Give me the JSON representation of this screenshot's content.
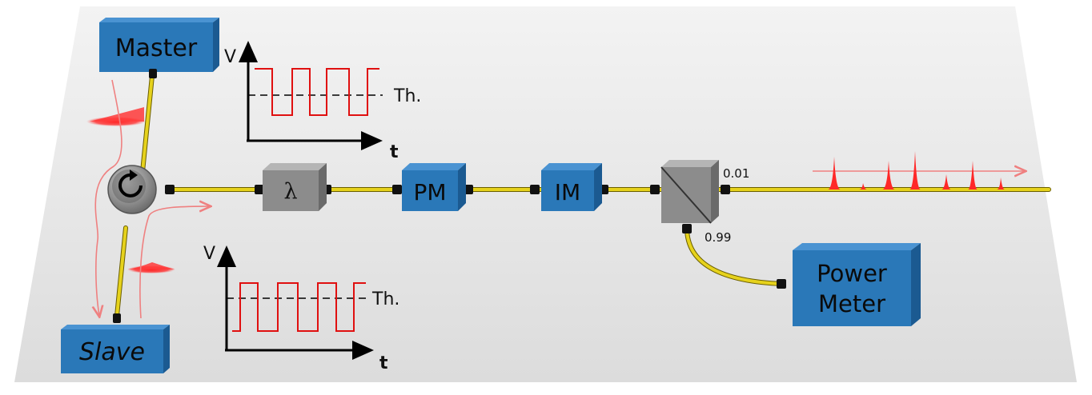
{
  "components": {
    "master": "Master",
    "slave": "Slave",
    "lambda": "λ",
    "pm": "PM",
    "im": "IM",
    "power_meter_line1": "Power",
    "power_meter_line2": "Meter"
  },
  "splitter": {
    "ratio_out": "0.01",
    "ratio_meter": "0.99"
  },
  "plots": {
    "top": {
      "y_axis": "V",
      "x_axis": "t",
      "threshold": "Th."
    },
    "bottom": {
      "y_axis": "V",
      "x_axis": "t",
      "threshold": "Th."
    }
  },
  "colors": {
    "component_blue": "#2a78b8",
    "component_grey": "#8c8c8c",
    "fiber": "#d9c61a",
    "pulse": "#ff2a2a",
    "signal": "#e01010"
  }
}
